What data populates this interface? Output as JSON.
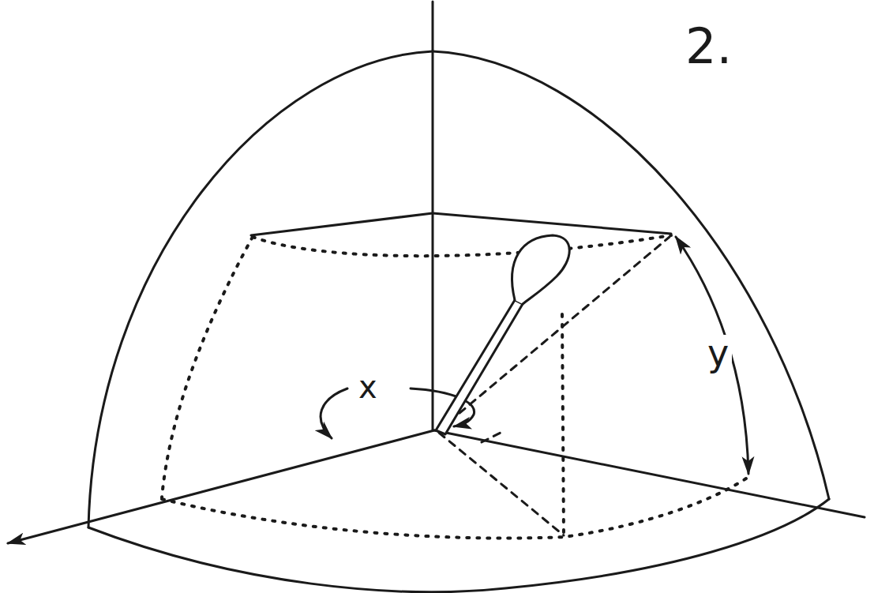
{
  "diagram": {
    "labels": [
      "2.",
      "x",
      "y"
    ]
  }
}
